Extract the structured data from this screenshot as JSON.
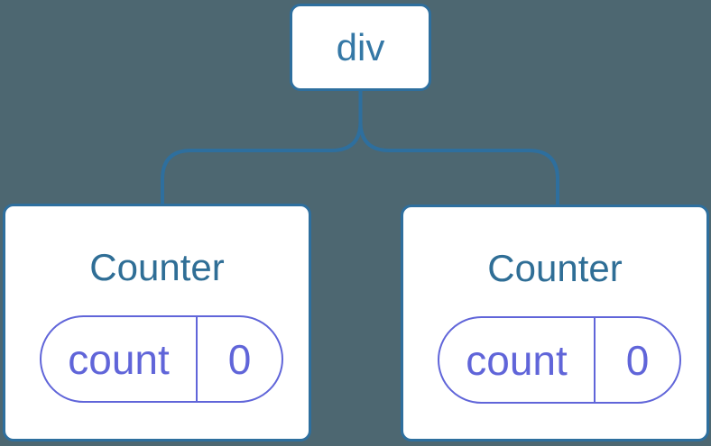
{
  "colors": {
    "background": "#4D6771",
    "node_border_blue": "#2E6F9E",
    "node_text_blue": "#34739E",
    "state_purple": "#6065D9",
    "card_background": "#FFFFFF"
  },
  "tree": {
    "root": {
      "label": "div"
    },
    "children": [
      {
        "title": "Counter",
        "state": {
          "key": "count",
          "value": "0"
        }
      },
      {
        "title": "Counter",
        "state": {
          "key": "count",
          "value": "0"
        }
      }
    ]
  }
}
